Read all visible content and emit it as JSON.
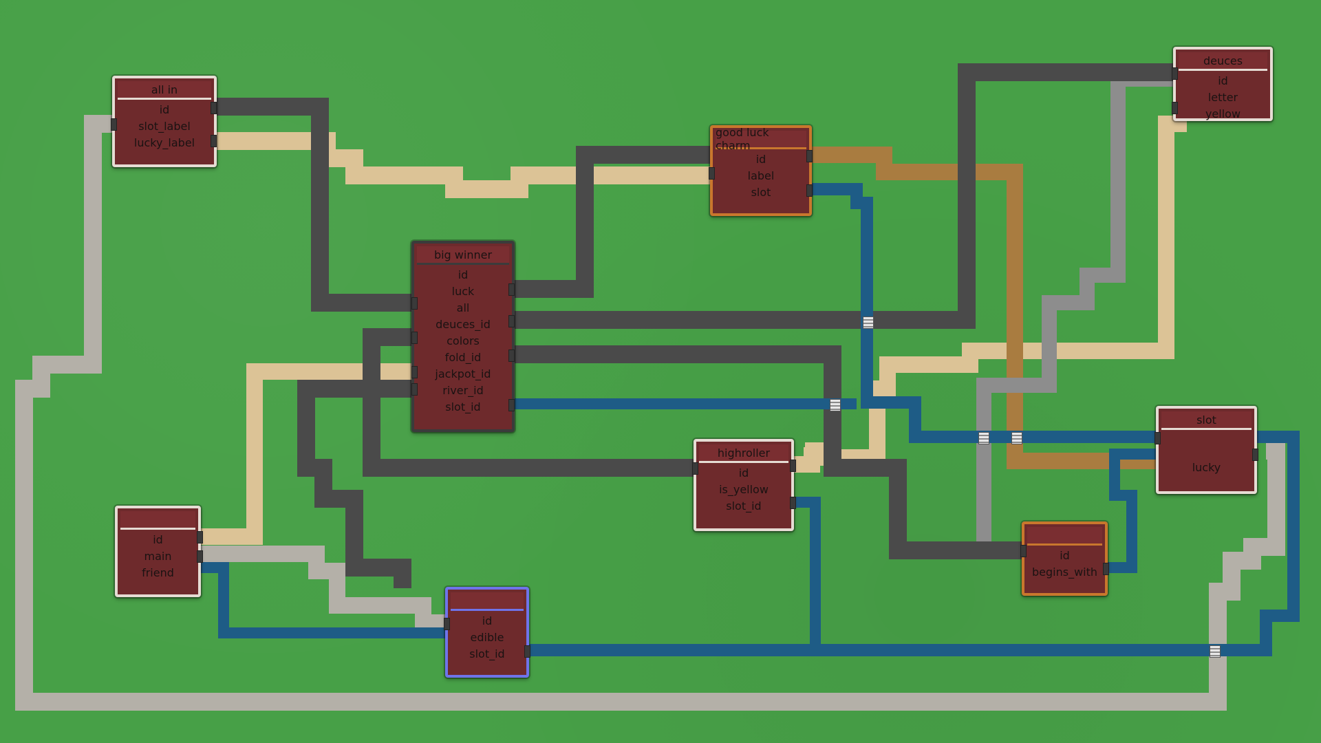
{
  "tables": [
    {
      "key": "all_in",
      "title": "all in",
      "columns": [
        "id",
        "slot_label",
        "lucky_label"
      ]
    },
    {
      "key": "big_winner",
      "title": "big winner",
      "columns": [
        "id",
        "luck",
        "all",
        "deuces_id",
        "colors",
        "fold_id",
        "jackpot_id",
        "river_id",
        "slot_id"
      ]
    },
    {
      "key": "good_luck_charm",
      "title": "good luck charm",
      "columns": [
        "id",
        "label",
        "slot"
      ]
    },
    {
      "key": "deuces",
      "title": "deuces",
      "columns": [
        "id",
        "letter",
        "yellow"
      ]
    },
    {
      "key": "slot",
      "title": "slot",
      "columns": [
        "",
        "lucky"
      ]
    },
    {
      "key": "highroller",
      "title": "highroller",
      "columns": [
        "id",
        "is_yellow",
        "slot_id"
      ]
    },
    {
      "key": "unnamed_left",
      "title": "",
      "columns": [
        "id",
        "main",
        "friend"
      ]
    },
    {
      "key": "unnamed_blue",
      "title": "",
      "columns": [
        "id",
        "edible",
        "slot_id"
      ]
    },
    {
      "key": "unnamed_orange",
      "title": "",
      "columns": [
        "id",
        "begins_with"
      ]
    }
  ],
  "colors": {
    "grass": "#47a047",
    "table_fill": "#6e2a2c",
    "table_border_light": "#e6dcd4",
    "road_dark": "#4a4a4a",
    "road_sand": "#dcc396",
    "road_light_gray": "#b4b0a8",
    "road_mid_gray": "#8d8d8d",
    "road_brown": "#a97c40",
    "road_water": "#1e5c86"
  },
  "icons": [
    "bridge-icon",
    "port-icon"
  ]
}
